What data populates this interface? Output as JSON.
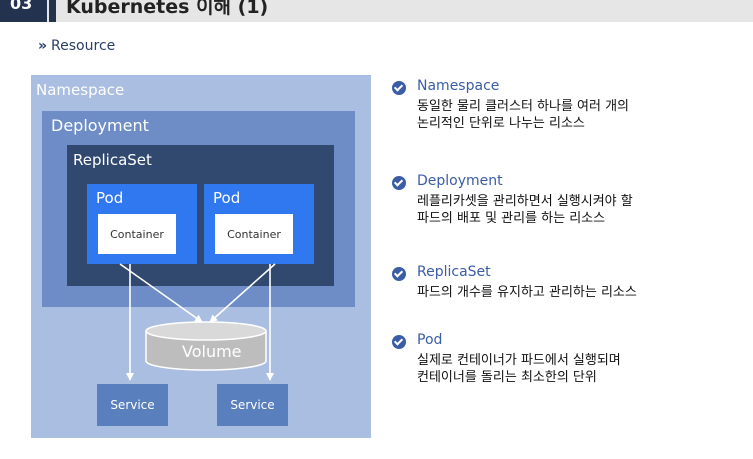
{
  "header": {
    "number": "03",
    "title": "Kubernetes 이해 (1)"
  },
  "subtitle": {
    "prefix": "»",
    "text": "Resource"
  },
  "diagram": {
    "namespace_label": "Namespace",
    "deployment_label": "Deployment",
    "replicaset_label": "ReplicaSet",
    "pods": [
      {
        "label": "Pod",
        "container": "Container"
      },
      {
        "label": "Pod",
        "container": "Container"
      }
    ],
    "volume_label": "Volume",
    "services": [
      "Service",
      "Service"
    ],
    "colors": {
      "namespace": "#a9bee0",
      "deployment": "#6e8dc6",
      "replicaset": "#32496f",
      "pod": "#2f78f0",
      "service": "#5a7fbd",
      "volume": "#bdbdbd"
    }
  },
  "legend": [
    {
      "title": "Namespace",
      "lines": [
        "동일한 물리 클러스터 하나를 여러 개의",
        "논리적인 단위로 나누는 리소스"
      ]
    },
    {
      "title": "Deployment",
      "lines": [
        "레플리카셋을 관리하면서 실행시켜야 할",
        "파드의 배포 및 관리를 하는 리소스"
      ]
    },
    {
      "title": "ReplicaSet",
      "lines": [
        "파드의 개수를 유지하고 관리하는 리소스"
      ]
    },
    {
      "title": "Pod",
      "lines": [
        "실제로 컨테이너가 파드에서 실행되며",
        "컨테이너를 돌리는 최소한의 단위"
      ]
    }
  ]
}
